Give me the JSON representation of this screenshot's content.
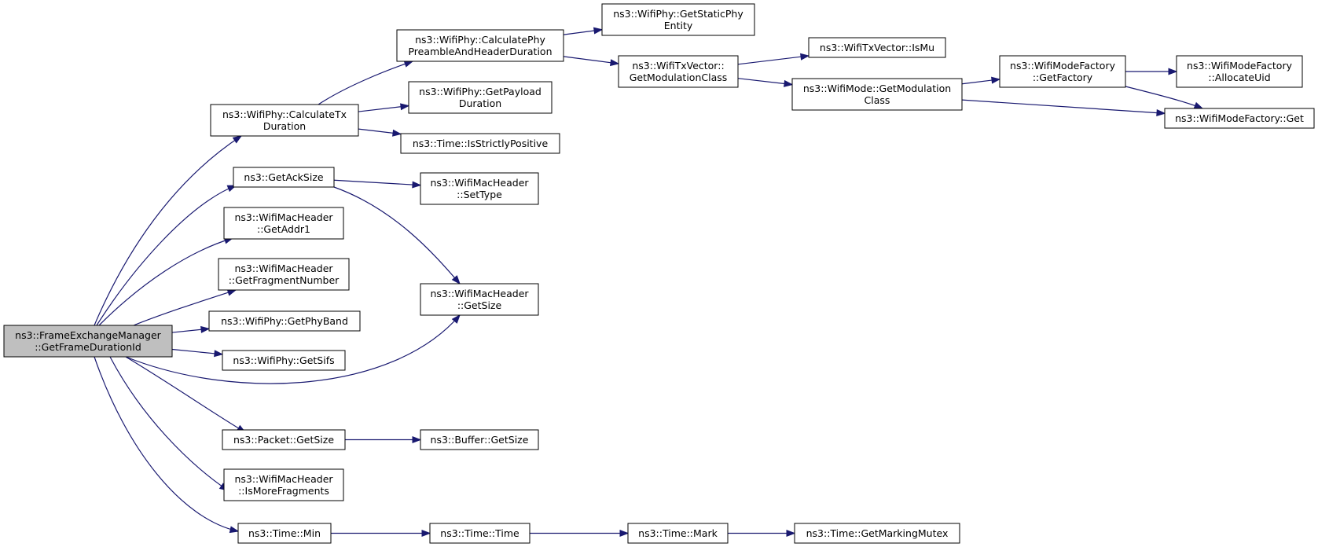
{
  "diagram": {
    "nodes": {
      "root": {
        "lines": [
          "ns3::FrameExchangeManager",
          "::GetFrameDurationId"
        ],
        "highlight": true
      },
      "calcTx": {
        "lines": [
          "ns3::WifiPhy::CalculateTx",
          "Duration"
        ]
      },
      "calcPre": {
        "lines": [
          "ns3::WifiPhy::CalculatePhy",
          "PreambleAndHeaderDuration"
        ]
      },
      "staticPhy": {
        "lines": [
          "ns3::WifiPhy::GetStaticPhy",
          "Entity"
        ]
      },
      "payload": {
        "lines": [
          "ns3::WifiPhy::GetPayload",
          "Duration"
        ]
      },
      "strictly": {
        "lines": [
          "ns3::Time::IsStrictlyPositive"
        ]
      },
      "txModCls": {
        "lines": [
          "ns3::WifiTxVector::",
          "GetModulationClass"
        ]
      },
      "isMu": {
        "lines": [
          "ns3::WifiTxVector::IsMu"
        ]
      },
      "modeMod": {
        "lines": [
          "ns3::WifiMode::GetModulation",
          "Class"
        ]
      },
      "getFact": {
        "lines": [
          "ns3::WifiModeFactory",
          "::GetFactory"
        ]
      },
      "allocUid": {
        "lines": [
          "ns3::WifiModeFactory",
          "::AllocateUid"
        ]
      },
      "factGet": {
        "lines": [
          "ns3::WifiModeFactory::Get"
        ]
      },
      "ackSize": {
        "lines": [
          "ns3::GetAckSize"
        ]
      },
      "setType": {
        "lines": [
          "ns3::WifiMacHeader",
          "::SetType"
        ]
      },
      "addr1": {
        "lines": [
          "ns3::WifiMacHeader",
          "::GetAddr1"
        ]
      },
      "fragNum": {
        "lines": [
          "ns3::WifiMacHeader",
          "::GetFragmentNumber"
        ]
      },
      "hdrSize": {
        "lines": [
          "ns3::WifiMacHeader",
          "::GetSize"
        ]
      },
      "phyBand": {
        "lines": [
          "ns3::WifiPhy::GetPhyBand"
        ]
      },
      "sifs": {
        "lines": [
          "ns3::WifiPhy::GetSifs"
        ]
      },
      "pktSize": {
        "lines": [
          "ns3::Packet::GetSize"
        ]
      },
      "bufSize": {
        "lines": [
          "ns3::Buffer::GetSize"
        ]
      },
      "moreFrag": {
        "lines": [
          "ns3::WifiMacHeader",
          "::IsMoreFragments"
        ]
      },
      "timeMin": {
        "lines": [
          "ns3::Time::Min"
        ]
      },
      "timeTime": {
        "lines": [
          "ns3::Time::Time"
        ]
      },
      "timeMark": {
        "lines": [
          "ns3::Time::Mark"
        ]
      },
      "mutex": {
        "lines": [
          "ns3::Time::GetMarkingMutex"
        ]
      }
    },
    "edges": [
      [
        "root",
        "calcTx"
      ],
      [
        "root",
        "ackSize"
      ],
      [
        "root",
        "addr1"
      ],
      [
        "root",
        "fragNum"
      ],
      [
        "root",
        "phyBand"
      ],
      [
        "root",
        "sifs"
      ],
      [
        "root",
        "hdrSize"
      ],
      [
        "root",
        "pktSize"
      ],
      [
        "root",
        "moreFrag"
      ],
      [
        "root",
        "timeMin"
      ],
      [
        "calcTx",
        "calcPre"
      ],
      [
        "calcTx",
        "payload"
      ],
      [
        "calcTx",
        "strictly"
      ],
      [
        "calcPre",
        "staticPhy"
      ],
      [
        "calcPre",
        "txModCls"
      ],
      [
        "txModCls",
        "isMu"
      ],
      [
        "txModCls",
        "modeMod"
      ],
      [
        "modeMod",
        "getFact"
      ],
      [
        "modeMod",
        "factGet"
      ],
      [
        "getFact",
        "allocUid"
      ],
      [
        "getFact",
        "factGet"
      ],
      [
        "ackSize",
        "setType"
      ],
      [
        "ackSize",
        "hdrSize"
      ],
      [
        "pktSize",
        "bufSize"
      ],
      [
        "timeMin",
        "timeTime"
      ],
      [
        "timeTime",
        "timeMark"
      ],
      [
        "timeMark",
        "mutex"
      ]
    ]
  }
}
